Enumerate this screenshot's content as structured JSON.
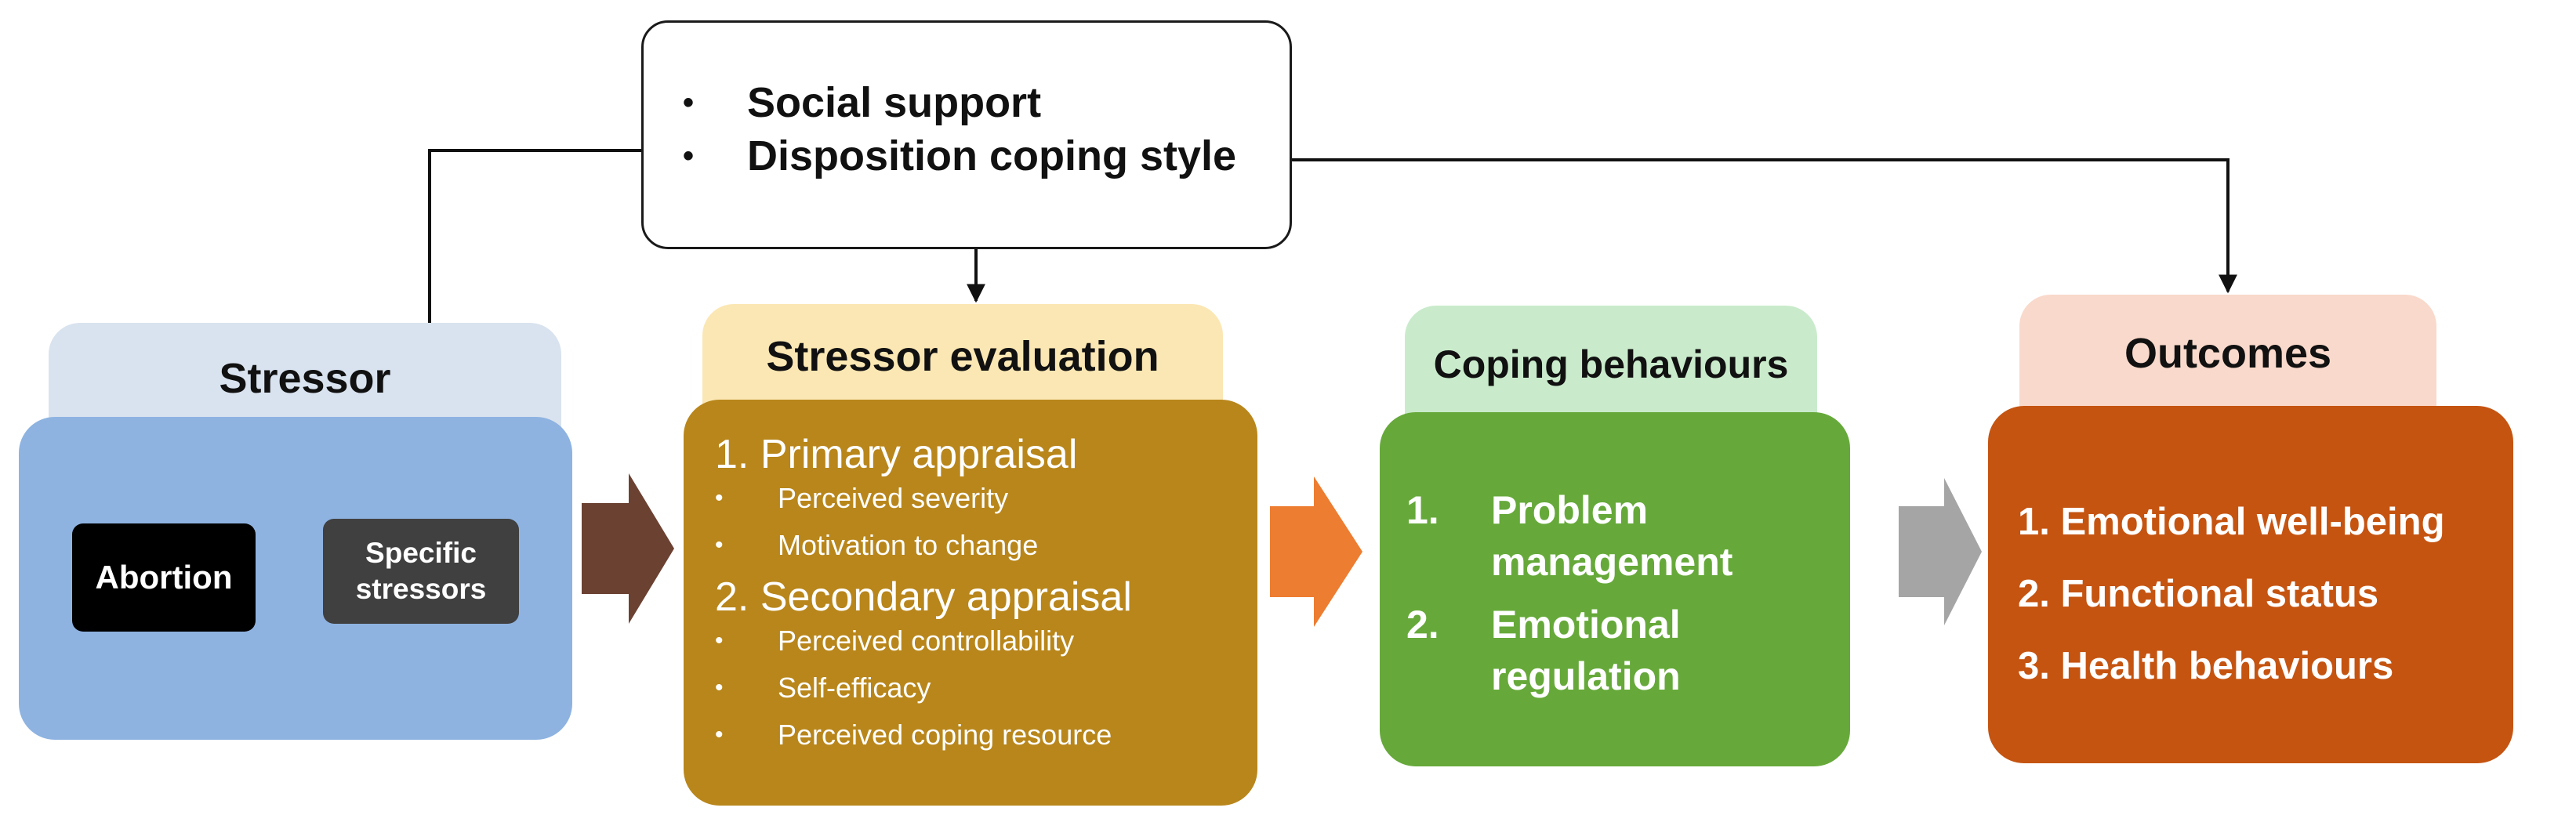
{
  "moderators": {
    "items": [
      "Social support",
      "Disposition coping style"
    ]
  },
  "stressor": {
    "title": "Stressor",
    "abortion_label": "Abortion",
    "specific_label": "Specific stressors"
  },
  "evaluation": {
    "title": "Stressor evaluation",
    "primary": "1. Primary appraisal",
    "primary_items": [
      "Perceived severity",
      "Motivation to change"
    ],
    "secondary": "2. Secondary appraisal",
    "secondary_items": [
      "Perceived controllability",
      "Self-efficacy",
      "Perceived coping resource"
    ]
  },
  "coping": {
    "title": "Coping behaviours",
    "items": [
      {
        "num": "1.",
        "text": "Problem management"
      },
      {
        "num": "2.",
        "text": "Emotional regulation"
      }
    ]
  },
  "outcomes": {
    "title": "Outcomes",
    "items": [
      "1. Emotional well-being",
      "2. Functional status",
      "3. Health behaviours"
    ]
  },
  "colors": {
    "stressor": "#8eb3e1",
    "evaluation": "#b8861b",
    "coping": "#66a93a",
    "outcomes": "#c55411",
    "arrow_brown": "#6b4132",
    "arrow_orange": "#ed7d31",
    "arrow_gray": "#a5a5a5"
  },
  "bullet_glyph": "•"
}
